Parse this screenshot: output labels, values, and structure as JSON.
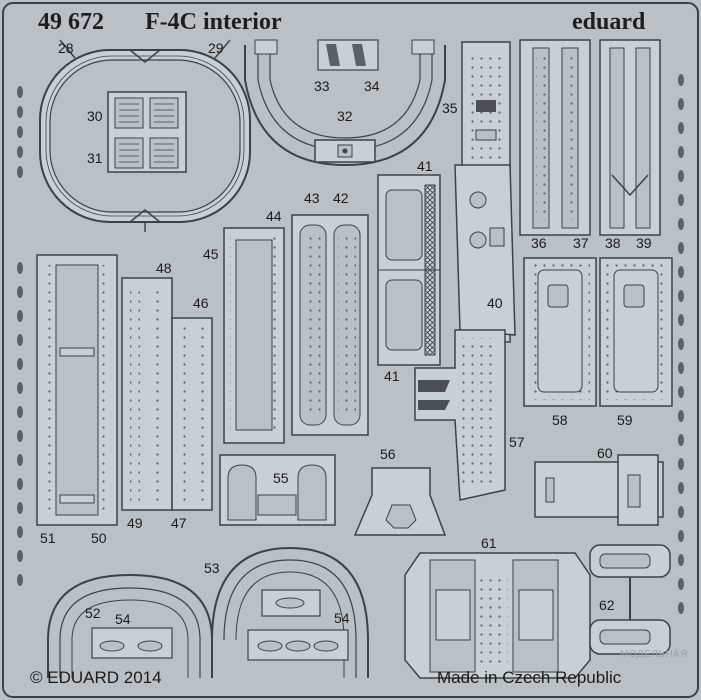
{
  "sheet": {
    "set_number": "49 672",
    "set_name": "F-4C interior",
    "brand": "eduard",
    "copyright": "© EDUARD 2014",
    "origin": "Made in Czech Republic",
    "watermark": "МОДЕЛЬНАЯ",
    "colors": {
      "fret": "#b9c1c7",
      "part": "#c8d0d6",
      "outline": "#3c4246",
      "hole": "#5a6166",
      "dark_slot": "#4a5055"
    }
  },
  "parts": [
    {
      "number": "28",
      "label": "28"
    },
    {
      "number": "29",
      "label": "29"
    },
    {
      "number": "30",
      "label": "30"
    },
    {
      "number": "31",
      "label": "31"
    },
    {
      "number": "32",
      "label": "32"
    },
    {
      "number": "33",
      "label": "33"
    },
    {
      "number": "34",
      "label": "34"
    },
    {
      "number": "35",
      "label": "35"
    },
    {
      "number": "36",
      "label": "36"
    },
    {
      "number": "37",
      "label": "37"
    },
    {
      "number": "38",
      "label": "38"
    },
    {
      "number": "39",
      "label": "39"
    },
    {
      "number": "40",
      "label": "40"
    },
    {
      "number": "41",
      "label": "41"
    },
    {
      "number": "41",
      "label": "41"
    },
    {
      "number": "42",
      "label": "42"
    },
    {
      "number": "43",
      "label": "43"
    },
    {
      "number": "44",
      "label": "44"
    },
    {
      "number": "45",
      "label": "45"
    },
    {
      "number": "46",
      "label": "46"
    },
    {
      "number": "47",
      "label": "47"
    },
    {
      "number": "48",
      "label": "48"
    },
    {
      "number": "49",
      "label": "49"
    },
    {
      "number": "50",
      "label": "50"
    },
    {
      "number": "51",
      "label": "51"
    },
    {
      "number": "52",
      "label": "52"
    },
    {
      "number": "53",
      "label": "53"
    },
    {
      "number": "54",
      "label": "54"
    },
    {
      "number": "54",
      "label": "54"
    },
    {
      "number": "55",
      "label": "55"
    },
    {
      "number": "56",
      "label": "56"
    },
    {
      "number": "57",
      "label": "57"
    },
    {
      "number": "58",
      "label": "58"
    },
    {
      "number": "59",
      "label": "59"
    },
    {
      "number": "60",
      "label": "60"
    },
    {
      "number": "61",
      "label": "61"
    },
    {
      "number": "62",
      "label": "62"
    }
  ]
}
